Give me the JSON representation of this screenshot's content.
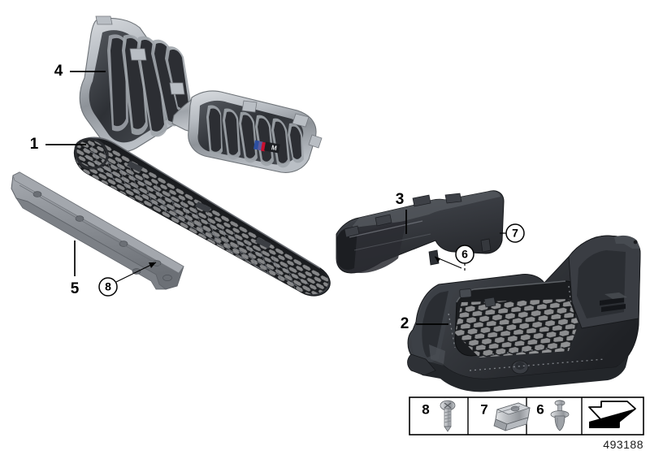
{
  "diagram": {
    "id_label": "493188",
    "title": "BMW front bumper trim panel / grille exploded parts diagram",
    "background_color": "#ffffff",
    "line_color": "#000000"
  },
  "callouts": [
    {
      "key": "c1",
      "label": "1",
      "style": "plain",
      "target": "lower-grille-mesh-trim"
    },
    {
      "key": "c2",
      "label": "2",
      "style": "plain",
      "target": "bumper-trim-panel"
    },
    {
      "key": "c3",
      "label": "3",
      "style": "plain",
      "target": "air-duct"
    },
    {
      "key": "c4",
      "label": "4",
      "style": "plain",
      "target": "kidney-grille"
    },
    {
      "key": "c5",
      "label": "5",
      "style": "plain",
      "target": "licence-plate-base"
    },
    {
      "key": "c6",
      "label": "6",
      "style": "circled",
      "target": "expanding-rivet"
    },
    {
      "key": "c7",
      "label": "7",
      "style": "circled",
      "target": "clip-nut"
    },
    {
      "key": "c8",
      "label": "8",
      "style": "circled",
      "target": "screw"
    }
  ],
  "parts": [
    {
      "key": "p1",
      "number": "1",
      "name": "lower-grille-mesh-trim"
    },
    {
      "key": "p2",
      "number": "2",
      "name": "bumper-trim-panel"
    },
    {
      "key": "p3",
      "number": "3",
      "name": "air-duct"
    },
    {
      "key": "p4",
      "number": "4",
      "name": "kidney-grille-with-m-badge"
    },
    {
      "key": "p5",
      "number": "5",
      "name": "licence-plate-base-carrier"
    }
  ],
  "badge": {
    "name": "m-logo-badge",
    "stripe_colors": [
      "#2d4fa0",
      "#5b5b9e",
      "#c8102e"
    ],
    "text": "M"
  },
  "legend": {
    "cells": [
      {
        "number": "8",
        "icon": "screw-icon",
        "icon_label": "screw"
      },
      {
        "number": "7",
        "icon": "clip-nut-icon",
        "icon_label": "clip nut"
      },
      {
        "number": "6",
        "icon": "expanding-rivet-icon",
        "icon_label": "expanding rivet"
      },
      {
        "number": "",
        "icon": "view-direction-arrow-icon",
        "icon_label": "view direction arrow"
      }
    ]
  },
  "colors": {
    "grille_chrome_light": "#c9ccd0",
    "grille_chrome_mid": "#9aa0a6",
    "grille_dark": "#3a3d42",
    "plastic_black": "#2b2d31",
    "plastic_black_light": "#4a4d53",
    "metal_grey": "#8d9197",
    "metal_grey_dark": "#6e7278",
    "hardware_grey": "#b4b7bb"
  }
}
